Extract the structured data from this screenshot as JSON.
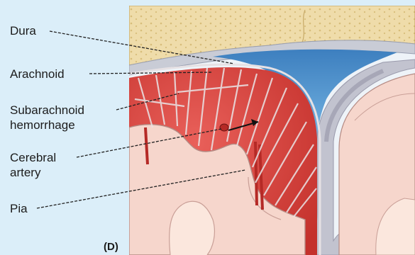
{
  "labels": {
    "dura": "Dura",
    "arachnoid": "Arachnoid",
    "subarachnoid_1": "Subarachnoid",
    "subarachnoid_2": "hemorrhage",
    "cerebral_1": "Cerebral",
    "cerebral_2": "artery",
    "pia": "Pia"
  },
  "figure_tag": "(D)",
  "colors": {
    "background": "#dbeef9",
    "bone": "#efdcaa",
    "dura": "#c9ccd6",
    "csf": "#4b8ec9",
    "hemorrhage": "#d9413b",
    "brain": "#f6d6cc",
    "leader_line": "#222222"
  }
}
